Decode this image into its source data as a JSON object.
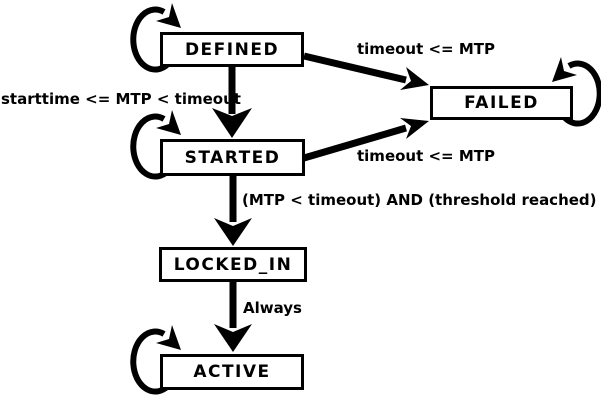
{
  "diagram": {
    "type": "state-machine",
    "colors": {
      "stroke": "#000000",
      "state_fill": "#ffffff",
      "background": "#ffffff"
    },
    "states": [
      {
        "id": "defined",
        "label": "DEFINED"
      },
      {
        "id": "failed",
        "label": "FAILED"
      },
      {
        "id": "started",
        "label": "STARTED"
      },
      {
        "id": "locked_in",
        "label": "LOCKED_IN"
      },
      {
        "id": "active",
        "label": "ACTIVE"
      }
    ],
    "transitions": [
      {
        "from": "DEFINED",
        "to": "FAILED",
        "label": "timeout <= MTP"
      },
      {
        "from": "DEFINED",
        "to": "STARTED",
        "label": "starttime <= MTP < timeout"
      },
      {
        "from": "STARTED",
        "to": "FAILED",
        "label": "timeout <= MTP"
      },
      {
        "from": "STARTED",
        "to": "LOCKED_IN",
        "label": "(MTP < timeout) AND (threshold reached)"
      },
      {
        "from": "LOCKED_IN",
        "to": "ACTIVE",
        "label": "Always"
      }
    ],
    "self_loops": [
      "DEFINED",
      "STARTED",
      "FAILED",
      "ACTIVE"
    ]
  }
}
